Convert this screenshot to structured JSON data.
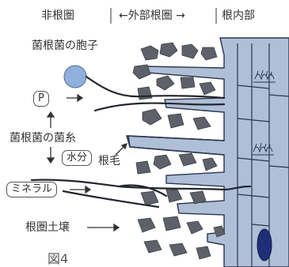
{
  "header": {
    "non_rhizosphere": "非根圏",
    "outer_rhizosphere": "←外部根圏 →",
    "endorhizosphere": "根内部"
  },
  "labels": {
    "spore": "菌根菌の胞子",
    "p_nutrient": "P",
    "hyphae": "菌根菌の菌糸",
    "water": "水分",
    "root_hair": "根毛",
    "mineral": "ミネラル",
    "rhizosphere_soil": "根圏土壌"
  },
  "figure_label": "図4",
  "colors": {
    "root_fill": "#aebfd6",
    "root_outline": "#2b3550",
    "soil_particle": "#5e6169",
    "spore": "#8fb0dc",
    "nucleus": "#1f2e78",
    "hypha": "#23262e",
    "text": "#333333"
  }
}
